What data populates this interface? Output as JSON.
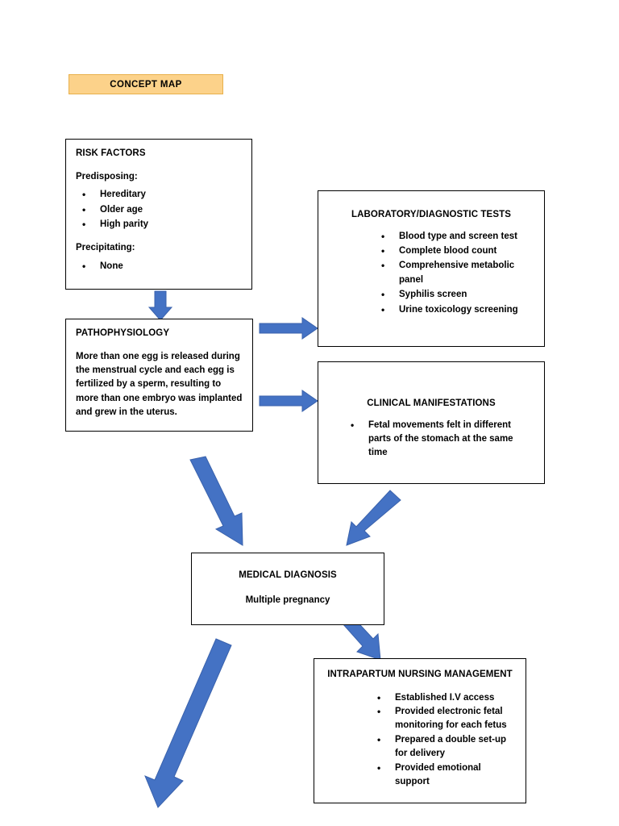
{
  "banner": {
    "label": "CONCEPT MAP",
    "fill": "#FCD28A",
    "border": "#E8B04B"
  },
  "theme": {
    "arrow_color": "#4472C4",
    "arrow_stroke": "#3A62AC",
    "box_border": "#000000",
    "text_color": "#000000",
    "background": "#FFFFFF"
  },
  "nodes": {
    "risk_factors": {
      "title": "RISK FACTORS",
      "predisposing_label": "Predisposing:",
      "predisposing_items": [
        "Hereditary",
        "Older age",
        "High parity"
      ],
      "precipitating_label": "Precipitating:",
      "precipitating_items": [
        "None"
      ]
    },
    "pathophysiology": {
      "title": "PATHOPHYSIOLOGY",
      "body": "More than one egg is released during the menstrual cycle and each egg is fertilized by a sperm, resulting to more than one embryo was implanted and grew in the uterus."
    },
    "laboratory_tests": {
      "title": "LABORATORY/DIAGNOSTIC TESTS",
      "items": [
        "Blood type and screen test",
        "Complete blood count",
        "Comprehensive metabolic panel",
        "Syphilis screen",
        "Urine toxicology screening"
      ]
    },
    "clinical_manifestations": {
      "title": "CLINICAL MANIFESTATIONS",
      "items": [
        "Fetal movements felt in different parts of the stomach at the same time"
      ]
    },
    "medical_diagnosis": {
      "title": "MEDICAL DIAGNOSIS",
      "value": "Multiple pregnancy"
    },
    "intrapartum_management": {
      "title": "INTRAPARTUM NURSING MANAGEMENT",
      "items": [
        "Established I.V access",
        "Provided electronic fetal monitoring for each fetus",
        "Prepared a double set-up for delivery",
        "Provided emotional support"
      ]
    }
  },
  "connectors": [
    {
      "name": "risk-factors-to-pathophysiology",
      "direction": "down"
    },
    {
      "name": "pathophysiology-to-laboratory-tests",
      "direction": "right"
    },
    {
      "name": "pathophysiology-to-clinical-manifestations",
      "direction": "right"
    },
    {
      "name": "pathophysiology-to-medical-diagnosis",
      "direction": "down-right"
    },
    {
      "name": "clinical-manifestations-to-medical-diagnosis",
      "direction": "down-left"
    },
    {
      "name": "medical-diagnosis-to-intrapartum-management",
      "direction": "down-right"
    },
    {
      "name": "medical-diagnosis-outflow",
      "direction": "down-left"
    }
  ]
}
